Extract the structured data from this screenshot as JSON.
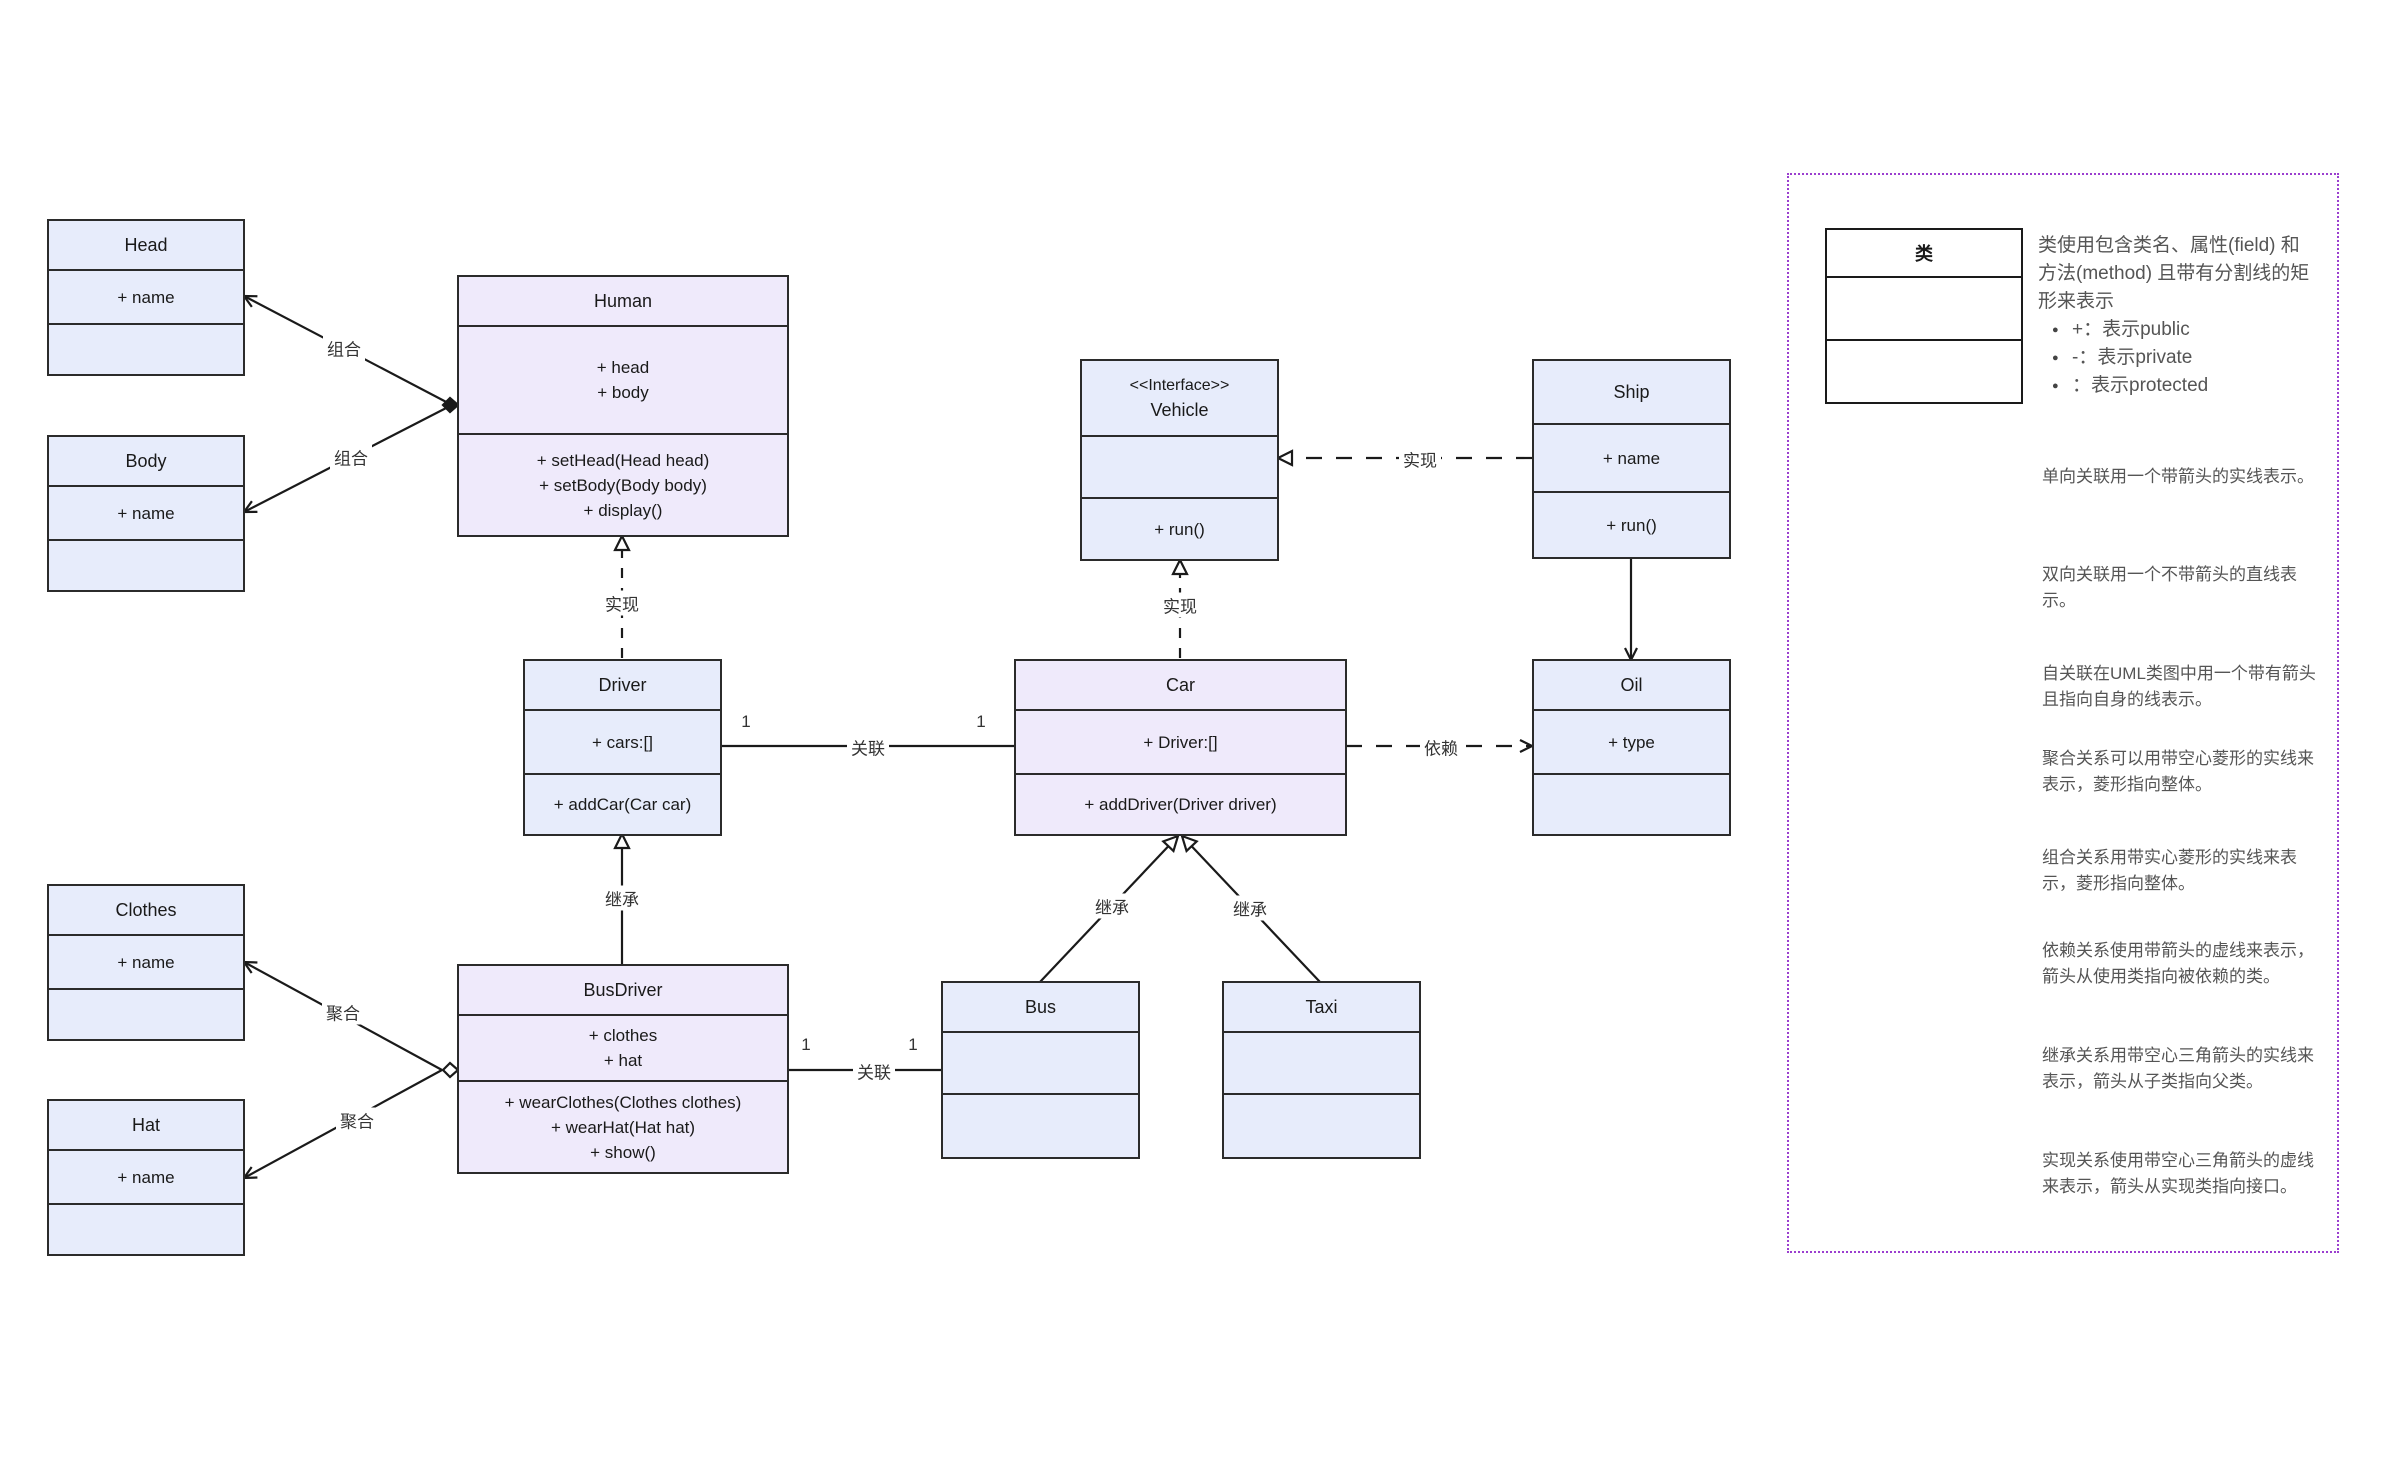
{
  "classes": {
    "head": {
      "name": "Head",
      "attrs": [
        "+ name"
      ],
      "methods": []
    },
    "body": {
      "name": "Body",
      "attrs": [
        "+ name"
      ],
      "methods": []
    },
    "human": {
      "name": "Human",
      "attrs": [
        "+ head",
        "+ body"
      ],
      "methods": [
        "+ setHead(Head head)",
        "+ setBody(Body body)",
        "+ display()"
      ]
    },
    "vehicle": {
      "name": "Vehicle",
      "stereotype": "<<Interface>>",
      "attrs": [],
      "methods": [
        "+ run()"
      ]
    },
    "ship": {
      "name": "Ship",
      "attrs": [
        "+ name"
      ],
      "methods": [
        "+ run()"
      ]
    },
    "driver": {
      "name": "Driver",
      "attrs": [
        "+ cars:[]"
      ],
      "methods": [
        "+ addCar(Car car)"
      ]
    },
    "car": {
      "name": "Car",
      "attrs": [
        "+ Driver:[]"
      ],
      "methods": [
        "+ addDriver(Driver driver)"
      ]
    },
    "oil": {
      "name": "Oil",
      "attrs": [
        "+ type"
      ],
      "methods": []
    },
    "clothes": {
      "name": "Clothes",
      "attrs": [
        "+ name"
      ],
      "methods": []
    },
    "hat": {
      "name": "Hat",
      "attrs": [
        "+ name"
      ],
      "methods": []
    },
    "busdriver": {
      "name": "BusDriver",
      "attrs": [
        "+ clothes",
        "+ hat"
      ],
      "methods": [
        "+ wearClothes(Clothes clothes)",
        "+ wearHat(Hat hat)",
        "+ show()"
      ]
    },
    "bus": {
      "name": "Bus",
      "attrs": [],
      "methods": []
    },
    "taxi": {
      "name": "Taxi",
      "attrs": [],
      "methods": []
    }
  },
  "edge_labels": {
    "composition": "组合",
    "aggregation": "聚合",
    "realization": "实现",
    "association": "关联",
    "dependency": "依赖",
    "inheritance": "继承",
    "mult_one": "1"
  },
  "colors": {
    "class_blue": "#e7ecfb",
    "class_purple": "#efeafb",
    "legend_border": "#9b3fcf",
    "line": "#1a1a1a"
  },
  "legend": {
    "class_box_title": "类",
    "class_desc": "类使用包含类名、属性(field) 和方法(method) 且带有分割线的矩形来表示",
    "bullets": [
      "+：表示public",
      "-：表示private",
      "：表示protected"
    ],
    "items": [
      "单向关联用一个带箭头的实线表示。",
      "双向关联用一个不带箭头的直线表示。",
      "自关联在UML类图中用一个带有箭头且指向自身的线表示。",
      "聚合关系可以用带空心菱形的实线来表示，菱形指向整体。",
      "组合关系用带实心菱形的实线来表示，菱形指向整体。",
      "依赖关系使用带箭头的虚线来表示，箭头从使用类指向被依赖的类。",
      "继承关系用带空心三角箭头的实线来表示，箭头从子类指向父类。",
      "实现关系使用带空心三角箭头的虚线来表示，箭头从实现类指向接口。"
    ]
  }
}
